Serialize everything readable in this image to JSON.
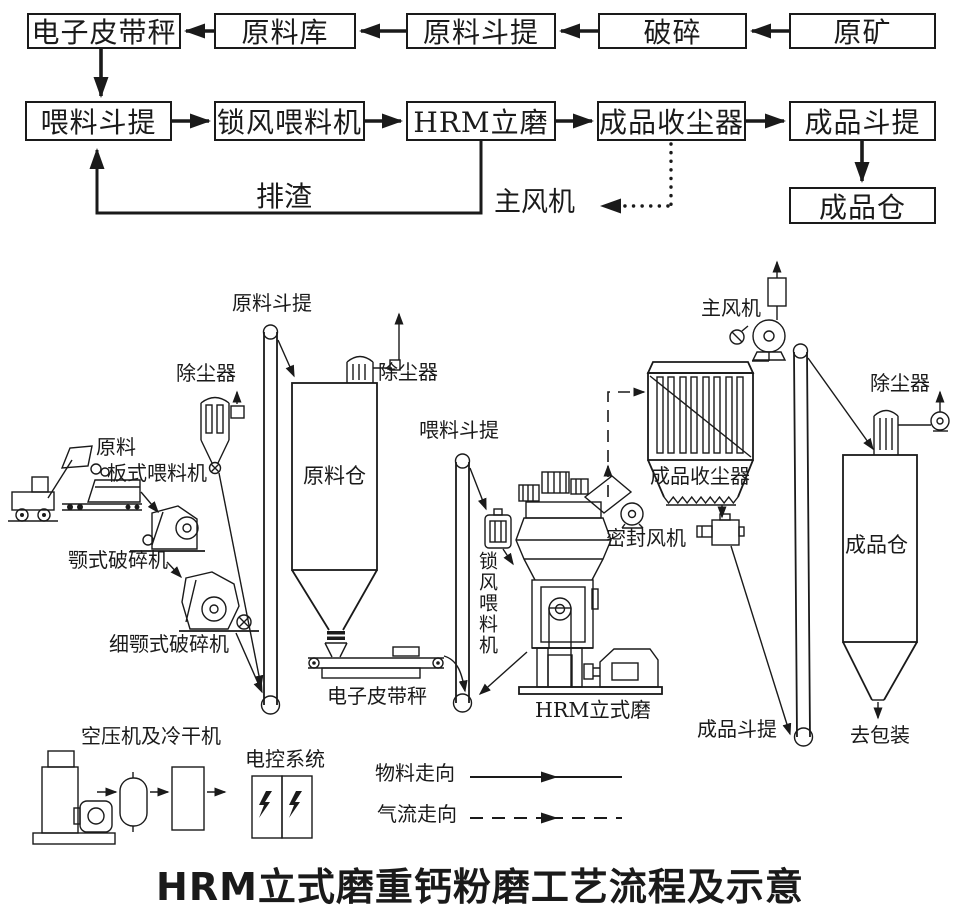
{
  "title": "HRM立式磨重钙粉磨工艺流程及示意",
  "flowchart": {
    "row1": [
      {
        "label": "电子皮带秤"
      },
      {
        "label": "原料库"
      },
      {
        "label": "原料斗提"
      },
      {
        "label": "破碎"
      },
      {
        "label": "原矿"
      }
    ],
    "row2": [
      {
        "label": "喂料斗提"
      },
      {
        "label": "锁风喂料机"
      },
      {
        "label": "HRM立磨"
      },
      {
        "label": "成品收尘器"
      },
      {
        "label": "成品斗提"
      }
    ],
    "product_silo_box": "成品仓",
    "slag_label": "排渣",
    "main_fan_label": "主风机"
  },
  "diagram": {
    "labels": {
      "raw_elevator": "原料斗提",
      "dust_collector_left": "除尘器",
      "raw_material": "原料",
      "plate_feeder": "板式喂料机",
      "jaw_crusher": "颚式破碎机",
      "fine_jaw_crusher": "细颚式破碎机",
      "raw_silo": "原料仓",
      "silo_dust_collector": "除尘器",
      "belt_scale": "电子皮带秤",
      "feed_elevator": "喂料斗提",
      "airlock_feeder": "锁风喂料机",
      "hrm_mill": "HRM立式磨",
      "seal_fan": "密封风机",
      "product_collector": "成品收尘器",
      "main_fan": "主风机",
      "dust_collector_right": "除尘器",
      "product_silo": "成品仓",
      "product_elevator": "成品斗提",
      "to_packing": "去包装",
      "air_compressor": "空压机及冷干机",
      "control_system": "电控系统"
    },
    "legend": {
      "material": "物料走向",
      "airflow": "气流走向"
    }
  },
  "colors": {
    "ink": "#1a1a1a",
    "background": "#ffffff"
  }
}
